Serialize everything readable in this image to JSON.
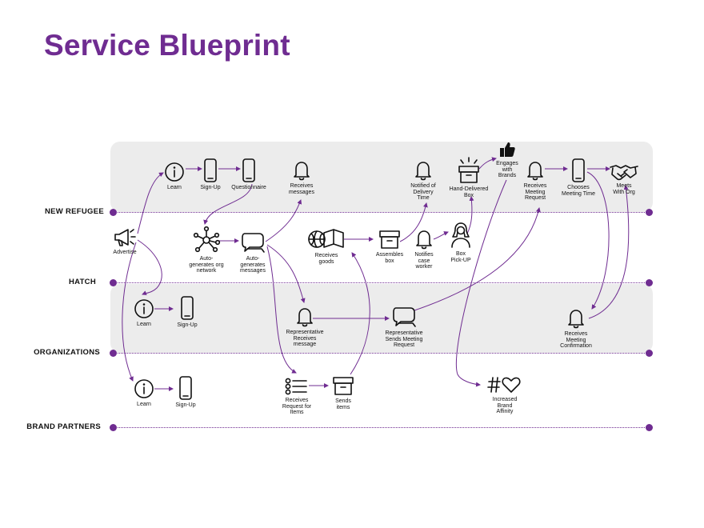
{
  "title": "Service Blueprint",
  "lanes": [
    "NEW REFUGEE",
    "HATCH",
    "ORGANIZATIONS",
    "BRAND PARTNERS"
  ],
  "accent_color": "#6f2c91",
  "nodes": {
    "nr_learn": "Learn",
    "nr_signup": "Sign-Up",
    "nr_questionnaire": "Questionnaire",
    "nr_receives_messages": "Receives\nmessages",
    "nr_notified": "Notified of\nDelivery\nTime",
    "nr_hand_delivered": "Hand-Delivered\nBox",
    "nr_engages": "Engages\nwith\nBrands",
    "nr_receives_meeting": "Receives\nMeeting\nRequest",
    "nr_chooses_time": "Chooses\nMeeting Time",
    "nr_meets_org": "Meets\nWith Org",
    "h_advertise": "Advertise",
    "h_autogen_network": "Auto-\ngenerates org\nnetwork",
    "h_autogen_messages": "Auto-\ngenerates\nmessages",
    "h_receives_goods": "Receives\ngoods",
    "h_assembles_box": "Assembles\nbox",
    "h_notifies_case": "Notifies\ncase\nworker",
    "h_box_pickup": "Box\nPick-UP",
    "o_learn": "Learn",
    "o_signup": "Sign-Up",
    "o_rep_receives": "Representative\nReceives\nmessage",
    "o_rep_sends": "Representative\nSends Meeting\nRequest",
    "o_receives_confirmation": "Receives\nMeeting\nConfirmation",
    "b_learn": "Learn",
    "b_signup": "Sign-Up",
    "b_receives_request": "Receives\nRequest for\nItems",
    "b_sends_items": "Sends\nitems",
    "b_brand_affinity": "Increased\nBrand\nAffinity"
  },
  "icons": {
    "info": "info-icon",
    "phone": "phone-icon",
    "bell": "bell-icon",
    "box": "box-icon",
    "chat": "chat-bubble-icon",
    "network": "network-icon",
    "megaphone": "megaphone-icon",
    "thumbs_up": "thumbs-up-icon",
    "handshake": "handshake-icon",
    "person": "person-icon",
    "goods": "ball-and-book-icon",
    "list": "list-icon",
    "hash_heart": "hashtag-heart-icon"
  }
}
